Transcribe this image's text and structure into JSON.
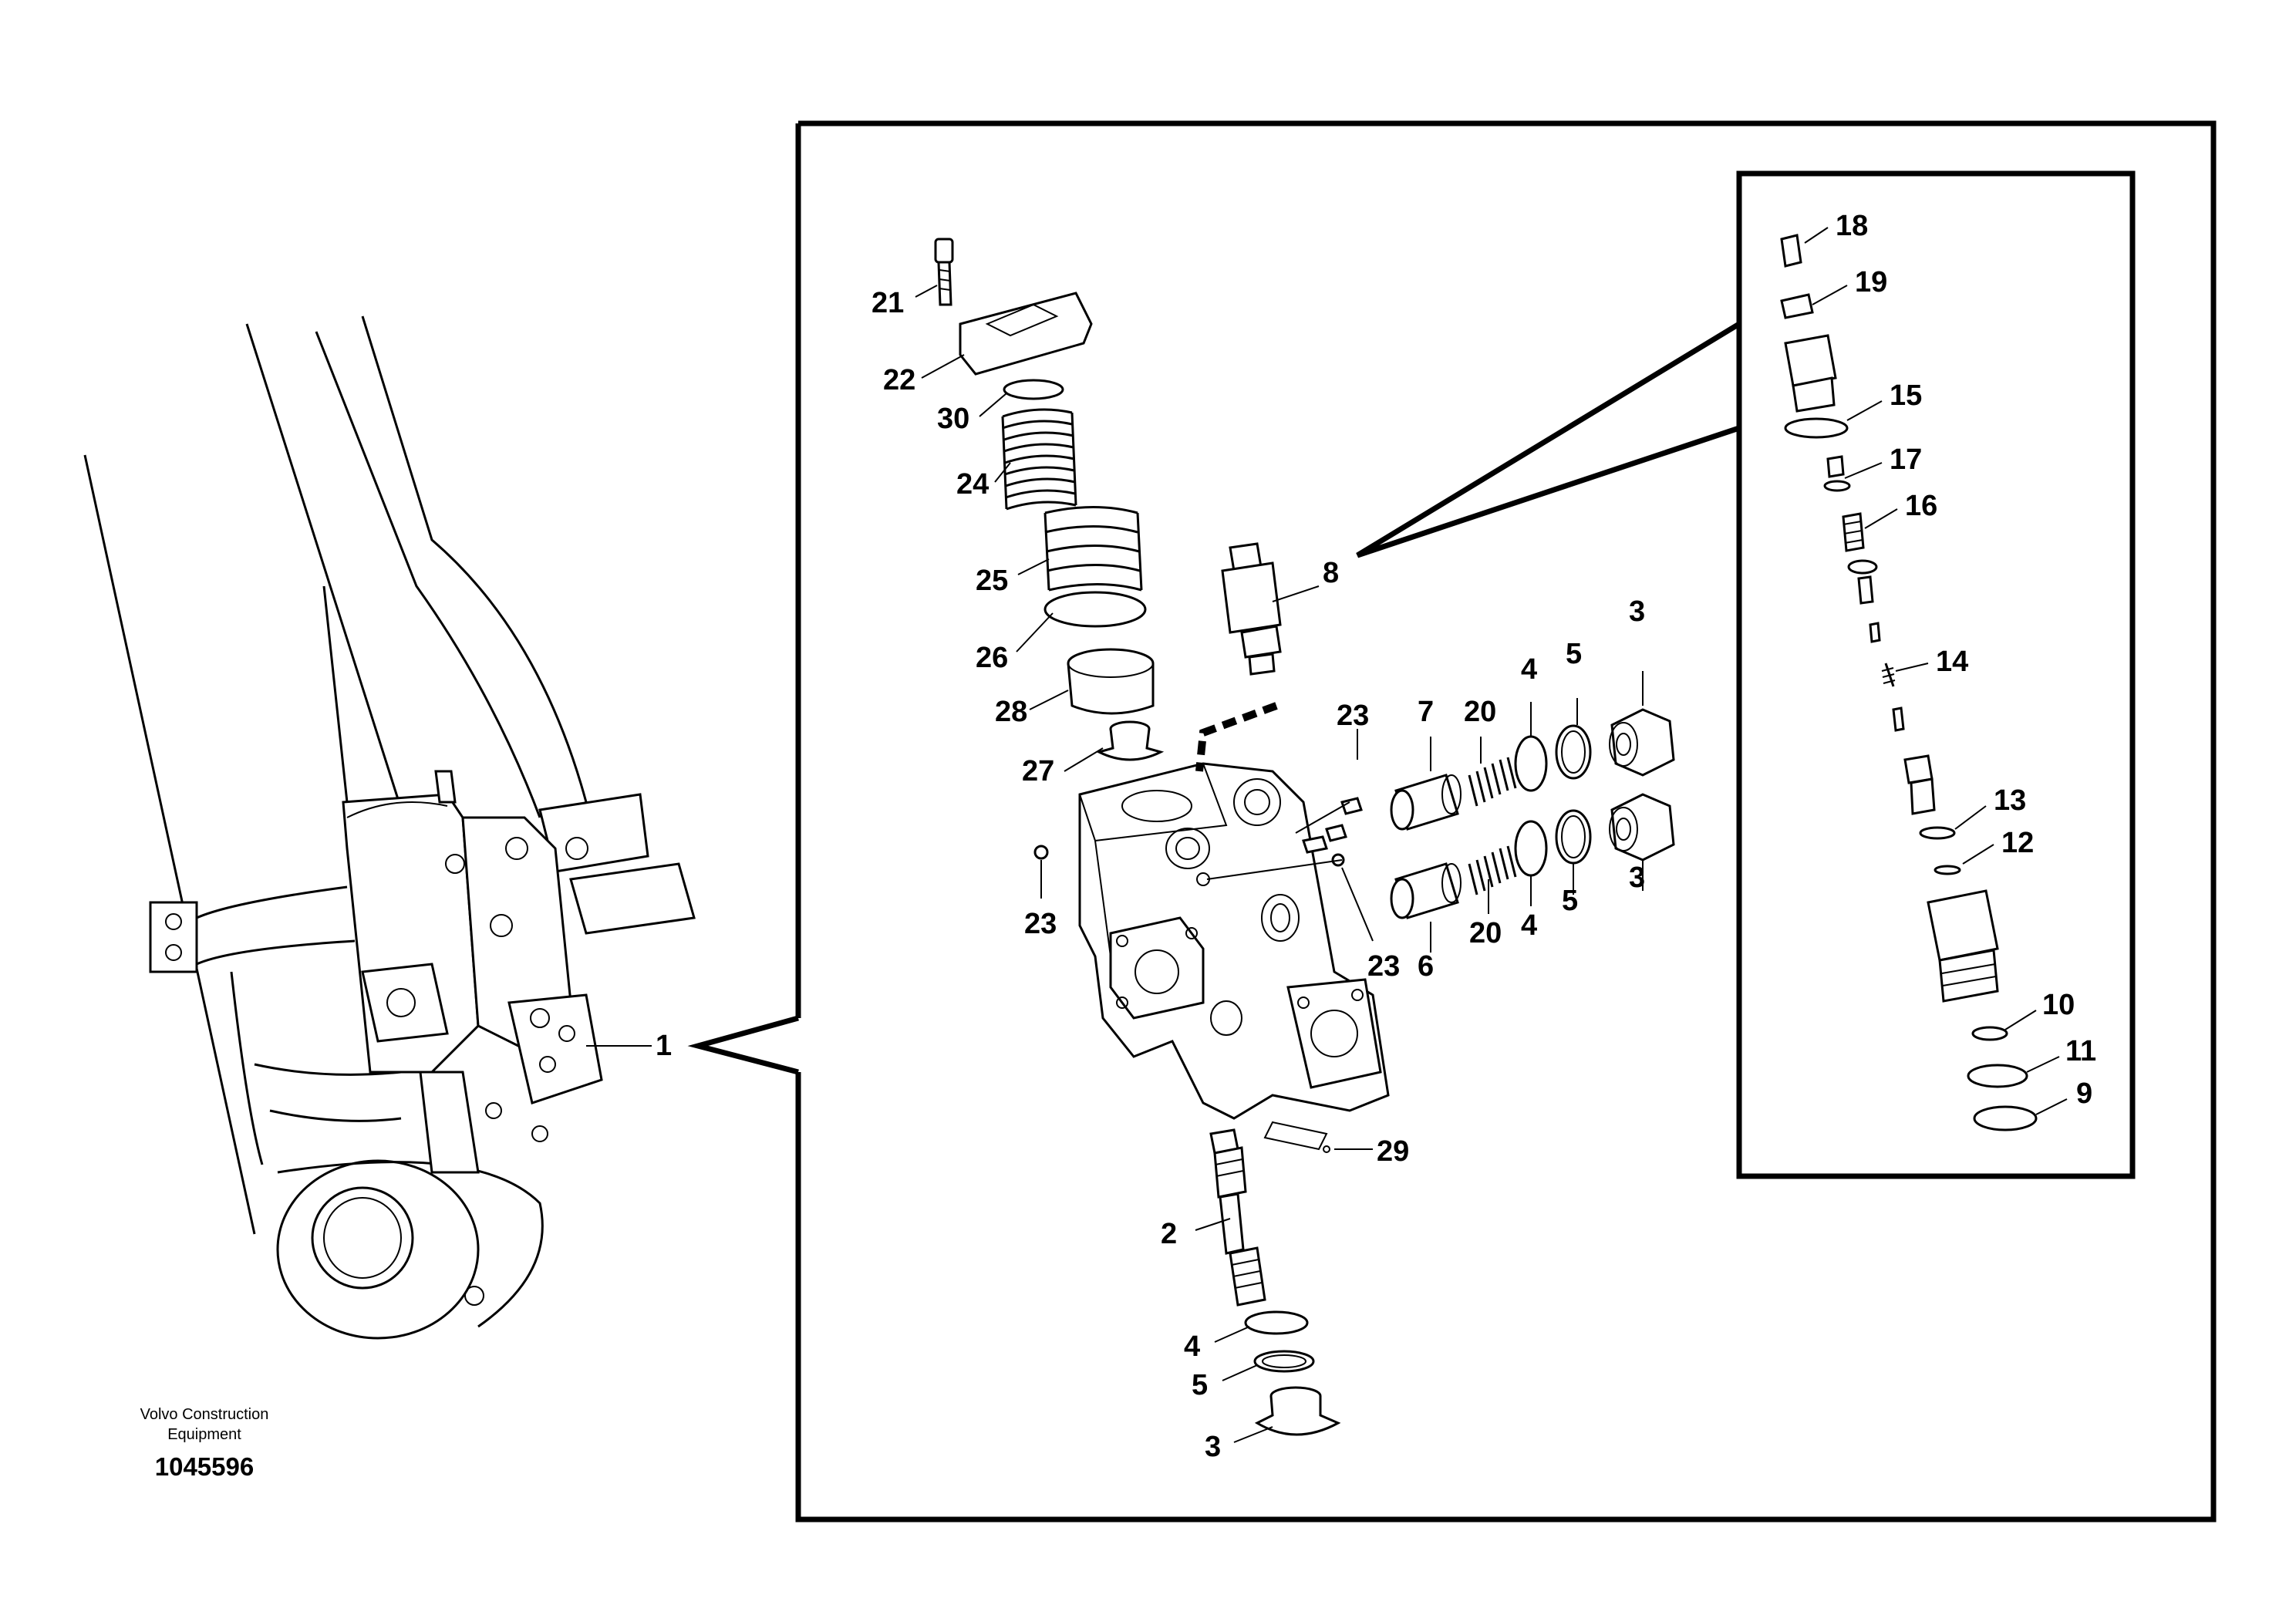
{
  "caption": {
    "line1": "Volvo Construction",
    "line2": "Equipment",
    "doc_number": "1045596"
  },
  "callouts": {
    "c1": "1",
    "c2": "2",
    "c3a": "3",
    "c3b": "3",
    "c3c": "3",
    "c4a": "4",
    "c4b": "4",
    "c4c": "4",
    "c5a": "5",
    "c5b": "5",
    "c5c": "5",
    "c6": "6",
    "c7": "7",
    "c8": "8",
    "c9": "9",
    "c10": "10",
    "c11": "11",
    "c12": "12",
    "c13": "13",
    "c14": "14",
    "c15": "15",
    "c16": "16",
    "c17": "17",
    "c18": "18",
    "c19": "19",
    "c20a": "20",
    "c20b": "20",
    "c21": "21",
    "c22": "22",
    "c23a": "23",
    "c23b": "23",
    "c23c": "23",
    "c24": "24",
    "c25": "25",
    "c26": "26",
    "c27": "27",
    "c28": "28",
    "c29": "29",
    "c30": "30"
  }
}
